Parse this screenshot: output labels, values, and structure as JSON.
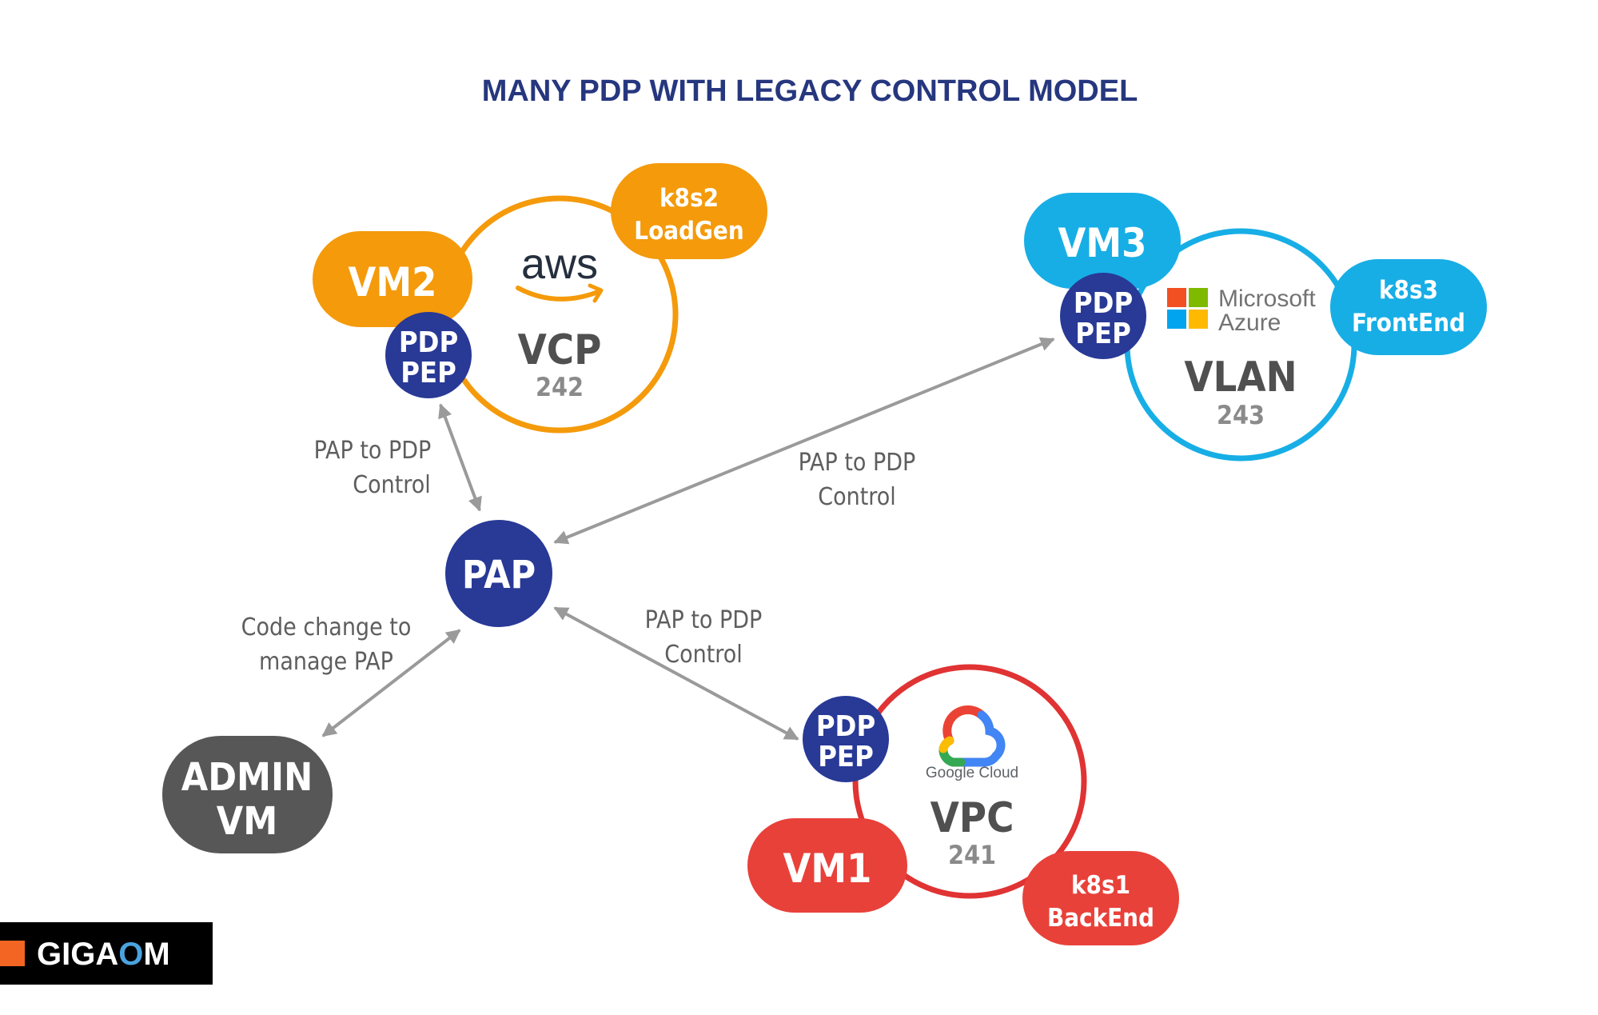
{
  "title": "MANY PDP WITH LEGACY CONTROL MODEL",
  "colors": {
    "title": "#26377f",
    "navy": "#283996",
    "orange": "#f49a0b",
    "blue": "#17aee6",
    "red": "#e8413a",
    "gray": "#575757",
    "arrow": "#9a9a9a",
    "label": "#5e5e5e"
  },
  "clusters": {
    "aws": {
      "vm_label": "VM2",
      "pdp_top": "PDP",
      "pdp_bottom": "PEP",
      "vendor_logo_text": "aws",
      "network_name": "VCP",
      "network_id": "242",
      "k8s_top": "k8s2",
      "k8s_bottom": "LoadGen"
    },
    "azure": {
      "vm_label": "VM3",
      "pdp_top": "PDP",
      "pdp_bottom": "PEP",
      "vendor_line1": "Microsoft",
      "vendor_line2": "Azure",
      "network_name": "VLAN",
      "network_id": "243",
      "k8s_top": "k8s3",
      "k8s_bottom": "FrontEnd"
    },
    "gcp": {
      "vm_label": "VM1",
      "pdp_top": "PDP",
      "pdp_bottom": "PEP",
      "vendor_text": "Google Cloud",
      "network_name": "VPC",
      "network_id": "241",
      "k8s_top": "k8s1",
      "k8s_bottom": "BackEnd"
    }
  },
  "pap": {
    "label": "PAP"
  },
  "admin": {
    "line1": "ADMIN",
    "line2": "VM"
  },
  "links": {
    "aws": {
      "line1": "PAP to PDP",
      "line2": "Control"
    },
    "azure": {
      "line1": "PAP to PDP",
      "line2": "Control"
    },
    "gcp": {
      "line1": "PAP to PDP",
      "line2": "Control"
    },
    "admin": {
      "line1": "Code change to",
      "line2": "manage PAP"
    }
  },
  "brand": {
    "name_part1": "GIGA",
    "name_o": "O",
    "name_part2": "M"
  }
}
